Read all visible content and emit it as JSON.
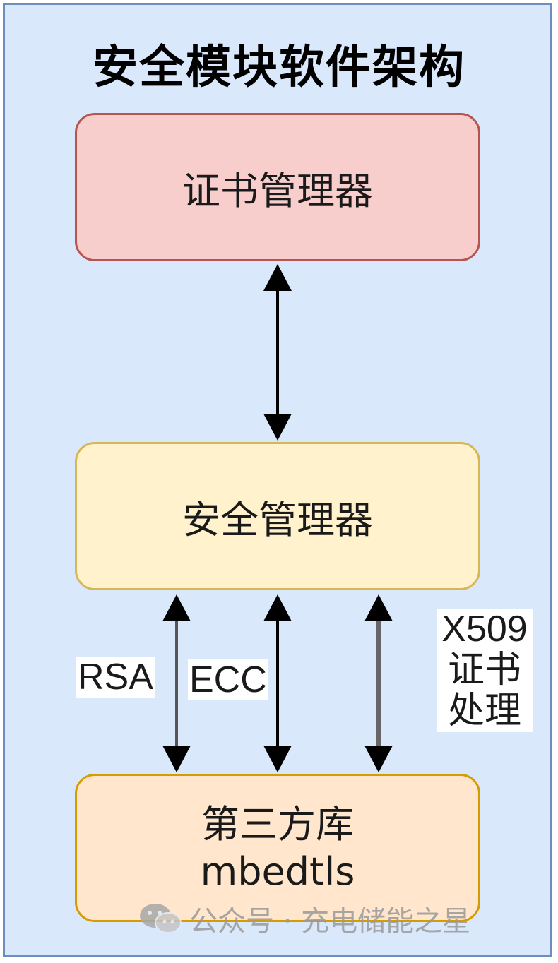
{
  "title": "安全模块软件架构",
  "nodes": {
    "cert_manager": "证书管理器",
    "security_manager": "安全管理器",
    "third_party_lib": {
      "line1": "第三方库",
      "line2": "mbedtls"
    }
  },
  "edges": {
    "rsa": "RSA",
    "ecc": "ECC",
    "x509": {
      "line1": "X509",
      "line2": "证书",
      "line3": "处理"
    }
  },
  "watermark": {
    "text": "公众号 · 充电储能之星",
    "icon": "wechat-icon"
  },
  "colors": {
    "frame_fill": "#dae8fc",
    "frame_stroke": "#6c8ebf",
    "cert_fill": "#f8cecc",
    "cert_stroke": "#b85450",
    "security_fill": "#fff2cc",
    "security_stroke": "#d6b656",
    "lib_fill": "#ffe6cc",
    "lib_stroke": "#d79b00"
  }
}
